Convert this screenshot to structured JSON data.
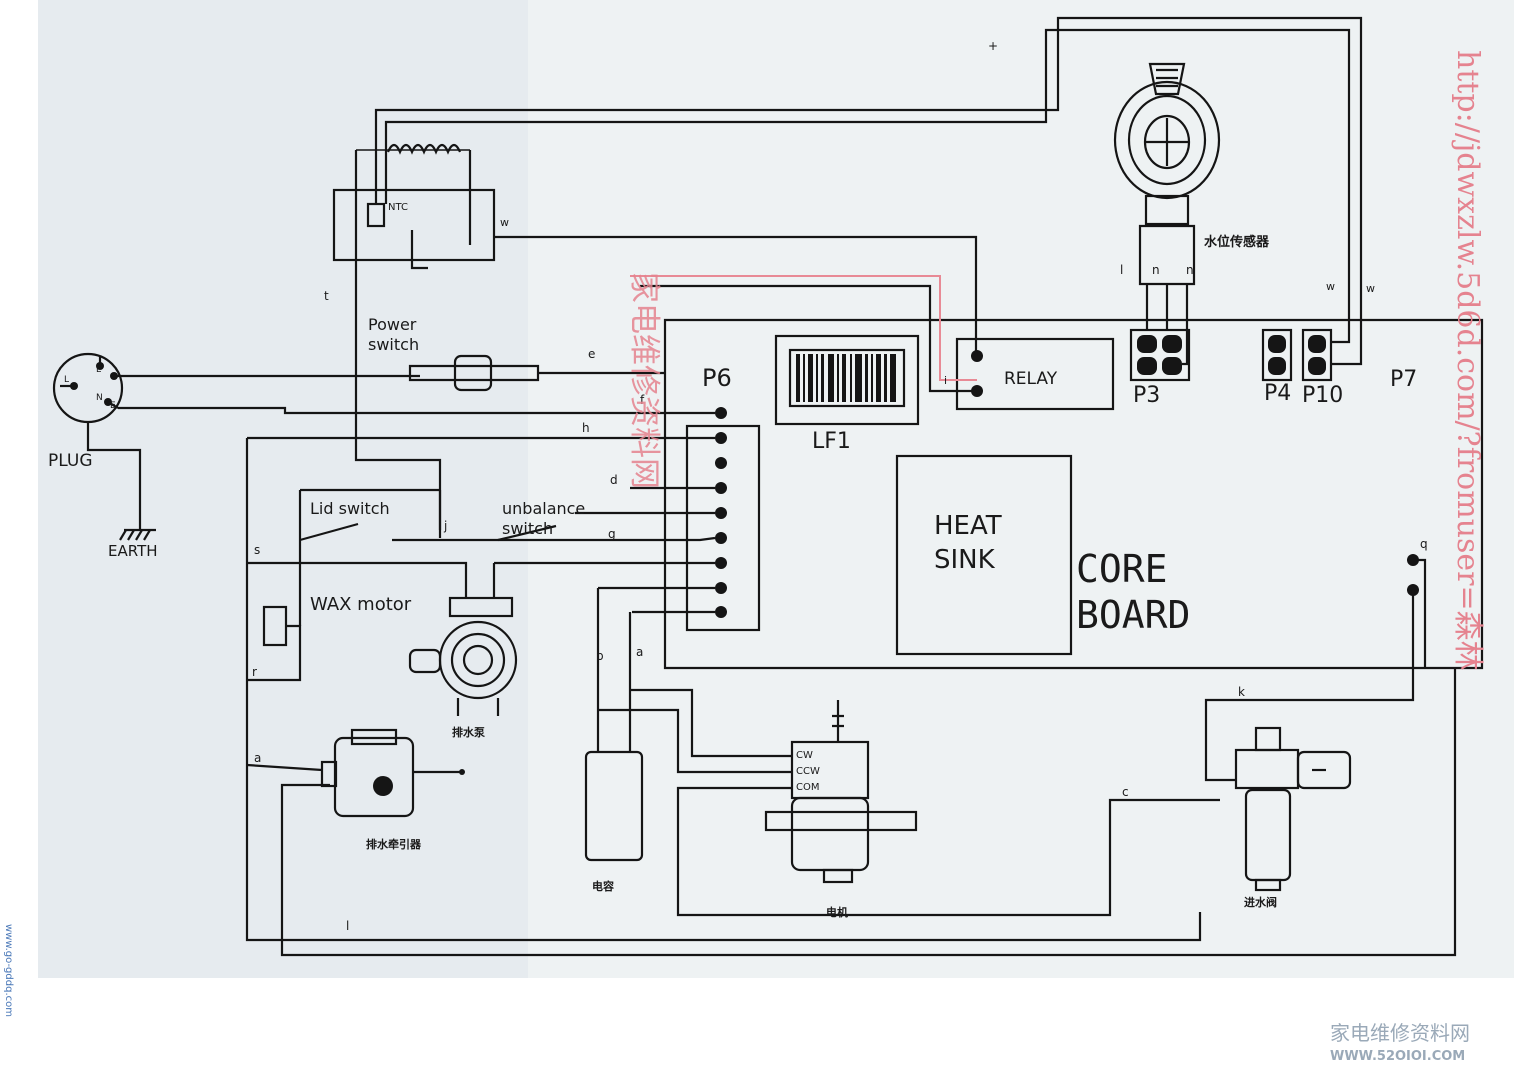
{
  "components": {
    "plug": "PLUG",
    "earth": "EARTH",
    "plug_pins": [
      "L",
      "L",
      "N",
      "E"
    ],
    "power_switch": [
      "Power",
      "switch"
    ],
    "ntc": "NTC",
    "lid_switch": "Lid switch",
    "unbalance_switch": [
      "unbalance",
      "switch"
    ],
    "wax_motor": "WAX motor",
    "relay": "RELAY",
    "lf1": "LF1",
    "heat_sink": [
      "HEAT",
      "SINK"
    ],
    "core_board": [
      "CORE",
      "BOARD"
    ],
    "p3": "P3",
    "p4": "P4",
    "p6": "P6",
    "p7": "P7",
    "p10": "P10",
    "water_level_sensor": "水位传感器",
    "drain_pump": "排水泵",
    "drain_tractor": "排水牵引器",
    "capacitor": "电容",
    "motor": "电机",
    "inlet_valve": "进水阀",
    "motor_terminals": [
      "CW",
      "CCW",
      "COM"
    ]
  },
  "wire_labels": {
    "e": "e",
    "f": "f",
    "h": "h",
    "d": "d",
    "j": "j",
    "g": "g",
    "s": "s",
    "r": "r",
    "a": "a",
    "l": "l",
    "b": "b",
    "a2": "a",
    "k": "k",
    "c": "c",
    "q": "q",
    "t": "t",
    "w": "w",
    "w2": "w",
    "i": "i",
    "sensor": [
      "l",
      "n",
      "n"
    ],
    "w3": "w",
    "plus": "+"
  },
  "watermarks": {
    "side_url": "http://jdwxzlw.5d6d.com/?fromuser=森林",
    "center": "家电维修资料网",
    "bottom_cn": "家电维修资料网",
    "bottom_url": "WWW.52OIOI.COM",
    "left_vertical": "www.go-gddq.com"
  },
  "colors": {
    "ink": "#151515",
    "watermark": "#e5838f",
    "paper": "#eef2f3"
  }
}
